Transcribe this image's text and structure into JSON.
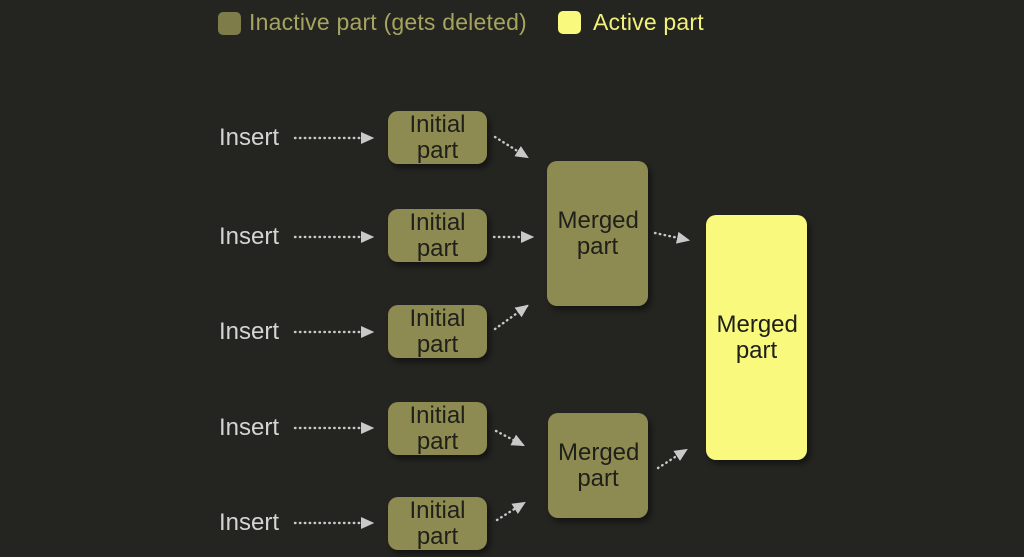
{
  "colors": {
    "background": "#242420",
    "inactive": "#8e8b52",
    "active": "#f9f97e",
    "legend_inactive_swatch": "#7e7c49",
    "legend_inactive_text": "#a6a45f",
    "legend_active_text": "#f1f078",
    "insert_text": "#d4d4d4",
    "box_text": "#20201a",
    "arrow": "#c9c9c9"
  },
  "legend": {
    "inactive_label": "Inactive part (gets deleted)",
    "active_label": "Active part"
  },
  "rows": [
    {
      "insert": "Insert",
      "part": "Initial part"
    },
    {
      "insert": "Insert",
      "part": "Initial part"
    },
    {
      "insert": "Insert",
      "part": "Initial part"
    },
    {
      "insert": "Insert",
      "part": "Initial part"
    },
    {
      "insert": "Insert",
      "part": "Initial part"
    }
  ],
  "merged": {
    "top": "Merged part",
    "bottom": "Merged part",
    "final": "Merged part"
  }
}
